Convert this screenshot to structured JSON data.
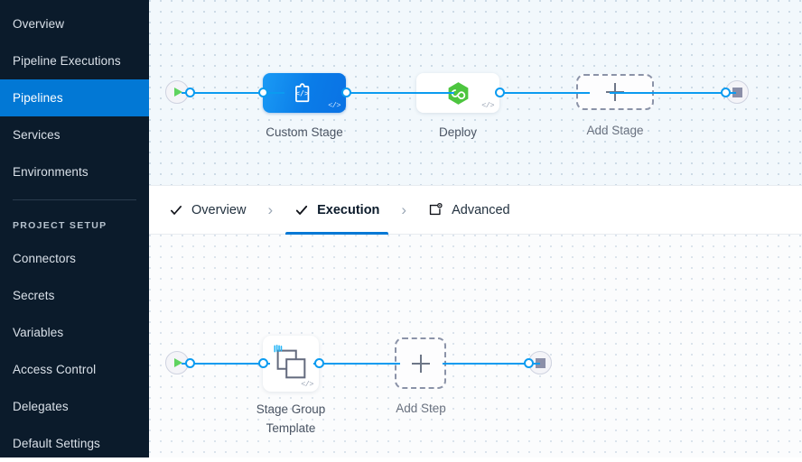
{
  "sidebar": {
    "items": [
      {
        "label": "Overview",
        "active": false
      },
      {
        "label": "Pipeline Executions",
        "active": false
      },
      {
        "label": "Pipelines",
        "active": true
      },
      {
        "label": "Services",
        "active": false
      },
      {
        "label": "Environments",
        "active": false
      }
    ],
    "section_title": "PROJECT SETUP",
    "setup_items": [
      {
        "label": "Connectors"
      },
      {
        "label": "Secrets"
      },
      {
        "label": "Variables"
      },
      {
        "label": "Access Control"
      },
      {
        "label": "Delegates"
      },
      {
        "label": "Default Settings"
      }
    ],
    "colors": {
      "background": "#0b1b2b",
      "active": "#0278d5",
      "text": "#d9e0e8"
    }
  },
  "tabs": [
    {
      "label": "Overview",
      "icon": "check-icon",
      "active": false
    },
    {
      "label": "Execution",
      "icon": "check-icon",
      "active": true
    },
    {
      "label": "Advanced",
      "icon": "advanced-settings-icon",
      "active": false
    }
  ],
  "tab_separator": "›",
  "stage_graph": {
    "start_node": "start-icon",
    "end_node": "stop-icon",
    "stages": [
      {
        "label": "Custom Stage",
        "icon": "custom-stage-puzzle-code-icon",
        "style": "selected-blue",
        "badge": "</>"
      },
      {
        "label": "Deploy",
        "icon": "deploy-hexagon-infinity-icon",
        "style": "white",
        "badge": "</>"
      },
      {
        "label": "Add Stage",
        "icon": "plus-icon",
        "style": "dashed"
      }
    ]
  },
  "execution_graph": {
    "start_node": "start-icon",
    "end_node": "stop-icon",
    "steps": [
      {
        "label": "Stage Group Template",
        "icon": "stage-group-template-icon",
        "style": "white",
        "badge": "</>"
      },
      {
        "label": "Add Step",
        "icon": "plus-icon",
        "style": "dashed"
      }
    ]
  },
  "colors": {
    "link": "#0b9bf0",
    "accent": "#0278d5",
    "stage_blue": "#0a7ce8",
    "deploy_green": "#4dc53f",
    "play_green": "#5fd35f"
  }
}
